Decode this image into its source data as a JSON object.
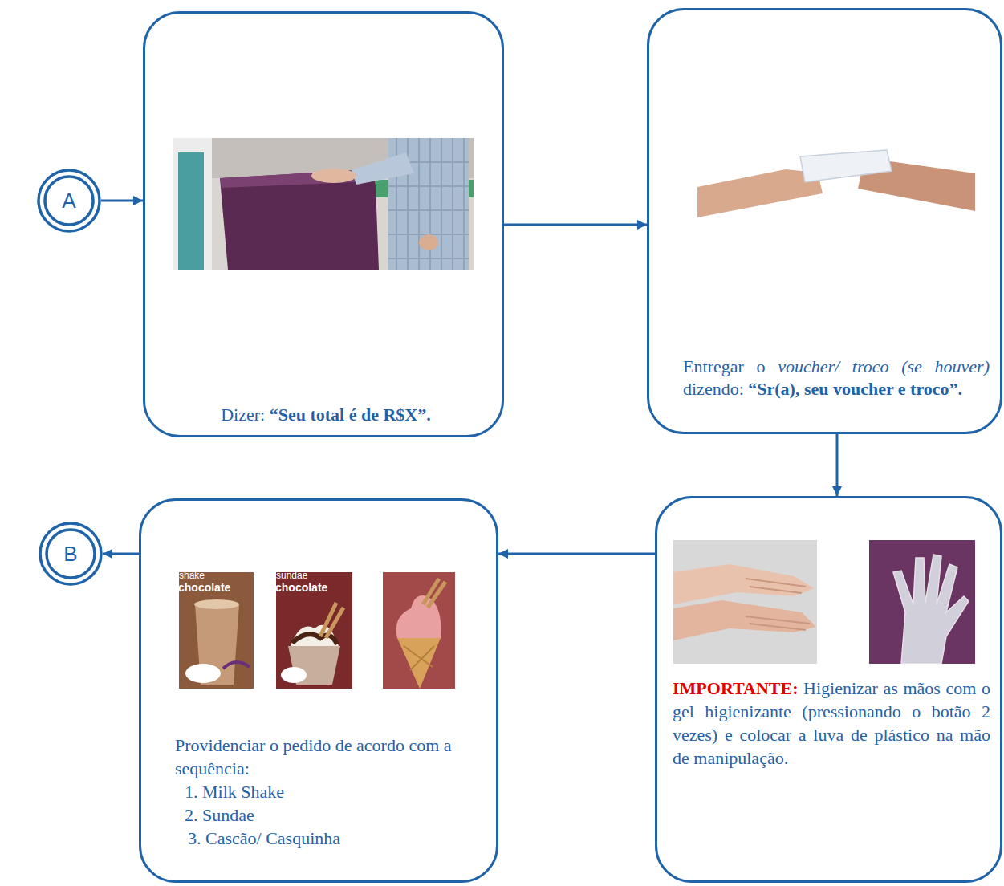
{
  "diagram": {
    "nodes": [
      {
        "text": [
          "A"
        ]
      },
      {
        "text": [
          "Dizer:",
          "“Seu total é de R$X”."
        ]
      },
      {
        "text": [
          "Entregar o",
          "voucher/ troco (se houver)",
          "dizendo:",
          "“Sr(a), seu voucher e troco”."
        ]
      },
      {
        "text": [
          "IMPORTANTE:",
          "Higienizar as mãos com o gel higienizante (pressionando o botão 2 vezes) e colocar a luva de plástico na mão de manipulação."
        ]
      },
      {
        "text": [
          "Providenciar o pedido de acordo com a sequência:",
          "1. Milk Shake",
          "2. Sundae",
          "3. Cascão/ Casquinha"
        ]
      },
      {
        "text": [
          "B"
        ]
      }
    ],
    "edges": [
      {
        "from": 0,
        "to": 1,
        "arrow": "to"
      },
      {
        "from": 1,
        "to": 2,
        "arrow": "to"
      },
      {
        "from": 2,
        "to": 3,
        "arrow": "to"
      },
      {
        "from": 3,
        "to": 4,
        "arrow": "to"
      },
      {
        "from": 4,
        "to": 5,
        "arrow": "to"
      }
    ],
    "labels": [
      "shake",
      "chocolate",
      "sundae",
      "chocolate"
    ]
  }
}
